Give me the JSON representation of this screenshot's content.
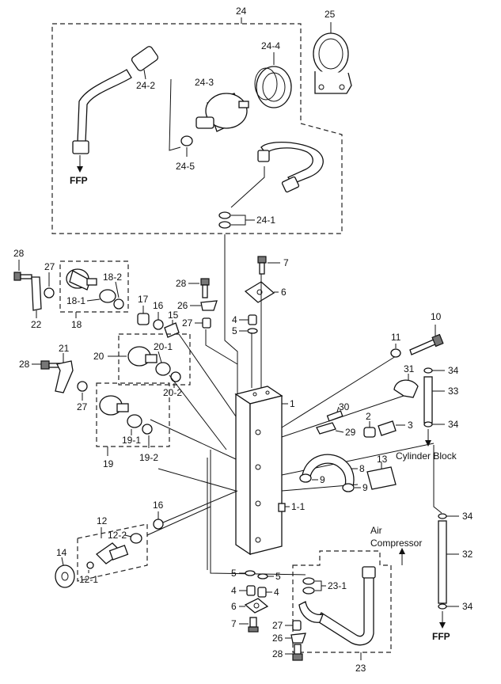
{
  "callouts": {
    "c24": "24",
    "c25": "25",
    "c24_2": "24-2",
    "c24_3": "24-3",
    "c24_4": "24-4",
    "c24_5": "24-5",
    "c24_1": "24-1",
    "ffp_top": "FFP",
    "c28a": "28",
    "c27a": "27",
    "c22": "22",
    "c18": "18",
    "c18_1": "18-1",
    "c18_2": "18-2",
    "c28b": "28",
    "c7a": "7",
    "c6a": "6",
    "c26a": "26",
    "c27b": "27",
    "c4a": "4",
    "c5a": "5",
    "c17": "17",
    "c16a": "16",
    "c15": "15",
    "c20": "20",
    "c20_1": "20-1",
    "c20_2": "20-2",
    "c21": "21",
    "c28c": "28",
    "c27c": "27",
    "c19": "19",
    "c19_1": "19-1",
    "c19_2": "19-2",
    "c1": "1",
    "c1_1": "1-1",
    "c11": "11",
    "c10": "10",
    "c31": "31",
    "c34a": "34",
    "c33": "33",
    "c34b": "34",
    "cylinder_block": "Cylinder Block",
    "c30": "30",
    "c29": "29",
    "c2": "2",
    "c3": "3",
    "c8": "8",
    "c9a": "9",
    "c9b": "9",
    "c13": "13",
    "c16b": "16",
    "c12": "12",
    "c12_2": "12-2",
    "c12_1": "12-1",
    "c14": "14",
    "c34c": "34",
    "c32": "32",
    "c34d": "34",
    "ffp_bottom": "FFP",
    "air_compressor_1": "Air",
    "air_compressor_2": "Compressor",
    "c5b": "5",
    "c5c": "5",
    "c23_1": "23-1",
    "c4b": "4",
    "c4c": "4",
    "c6b": "6",
    "c7b": "7",
    "c27d": "27",
    "c26b": "26",
    "c28d": "28",
    "c23": "23"
  }
}
